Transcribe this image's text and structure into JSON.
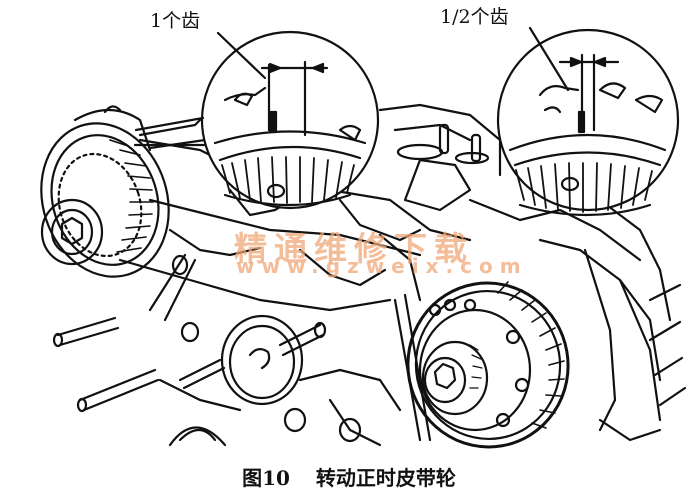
{
  "figure": {
    "type": "technical line drawing",
    "subject": "engine timing belt pulleys (camshaft sprockets) with magnified detail circles"
  },
  "callouts": {
    "left": "1个齿",
    "right": "1/2个齿"
  },
  "caption": {
    "number": "图10",
    "title": "转动正时皮带轮"
  },
  "watermark": {
    "text_cn": "精通维修下载",
    "url": "www.gzweix.com",
    "color": "#f0a878"
  },
  "colors": {
    "line": "#111111",
    "background": "#ffffff"
  }
}
